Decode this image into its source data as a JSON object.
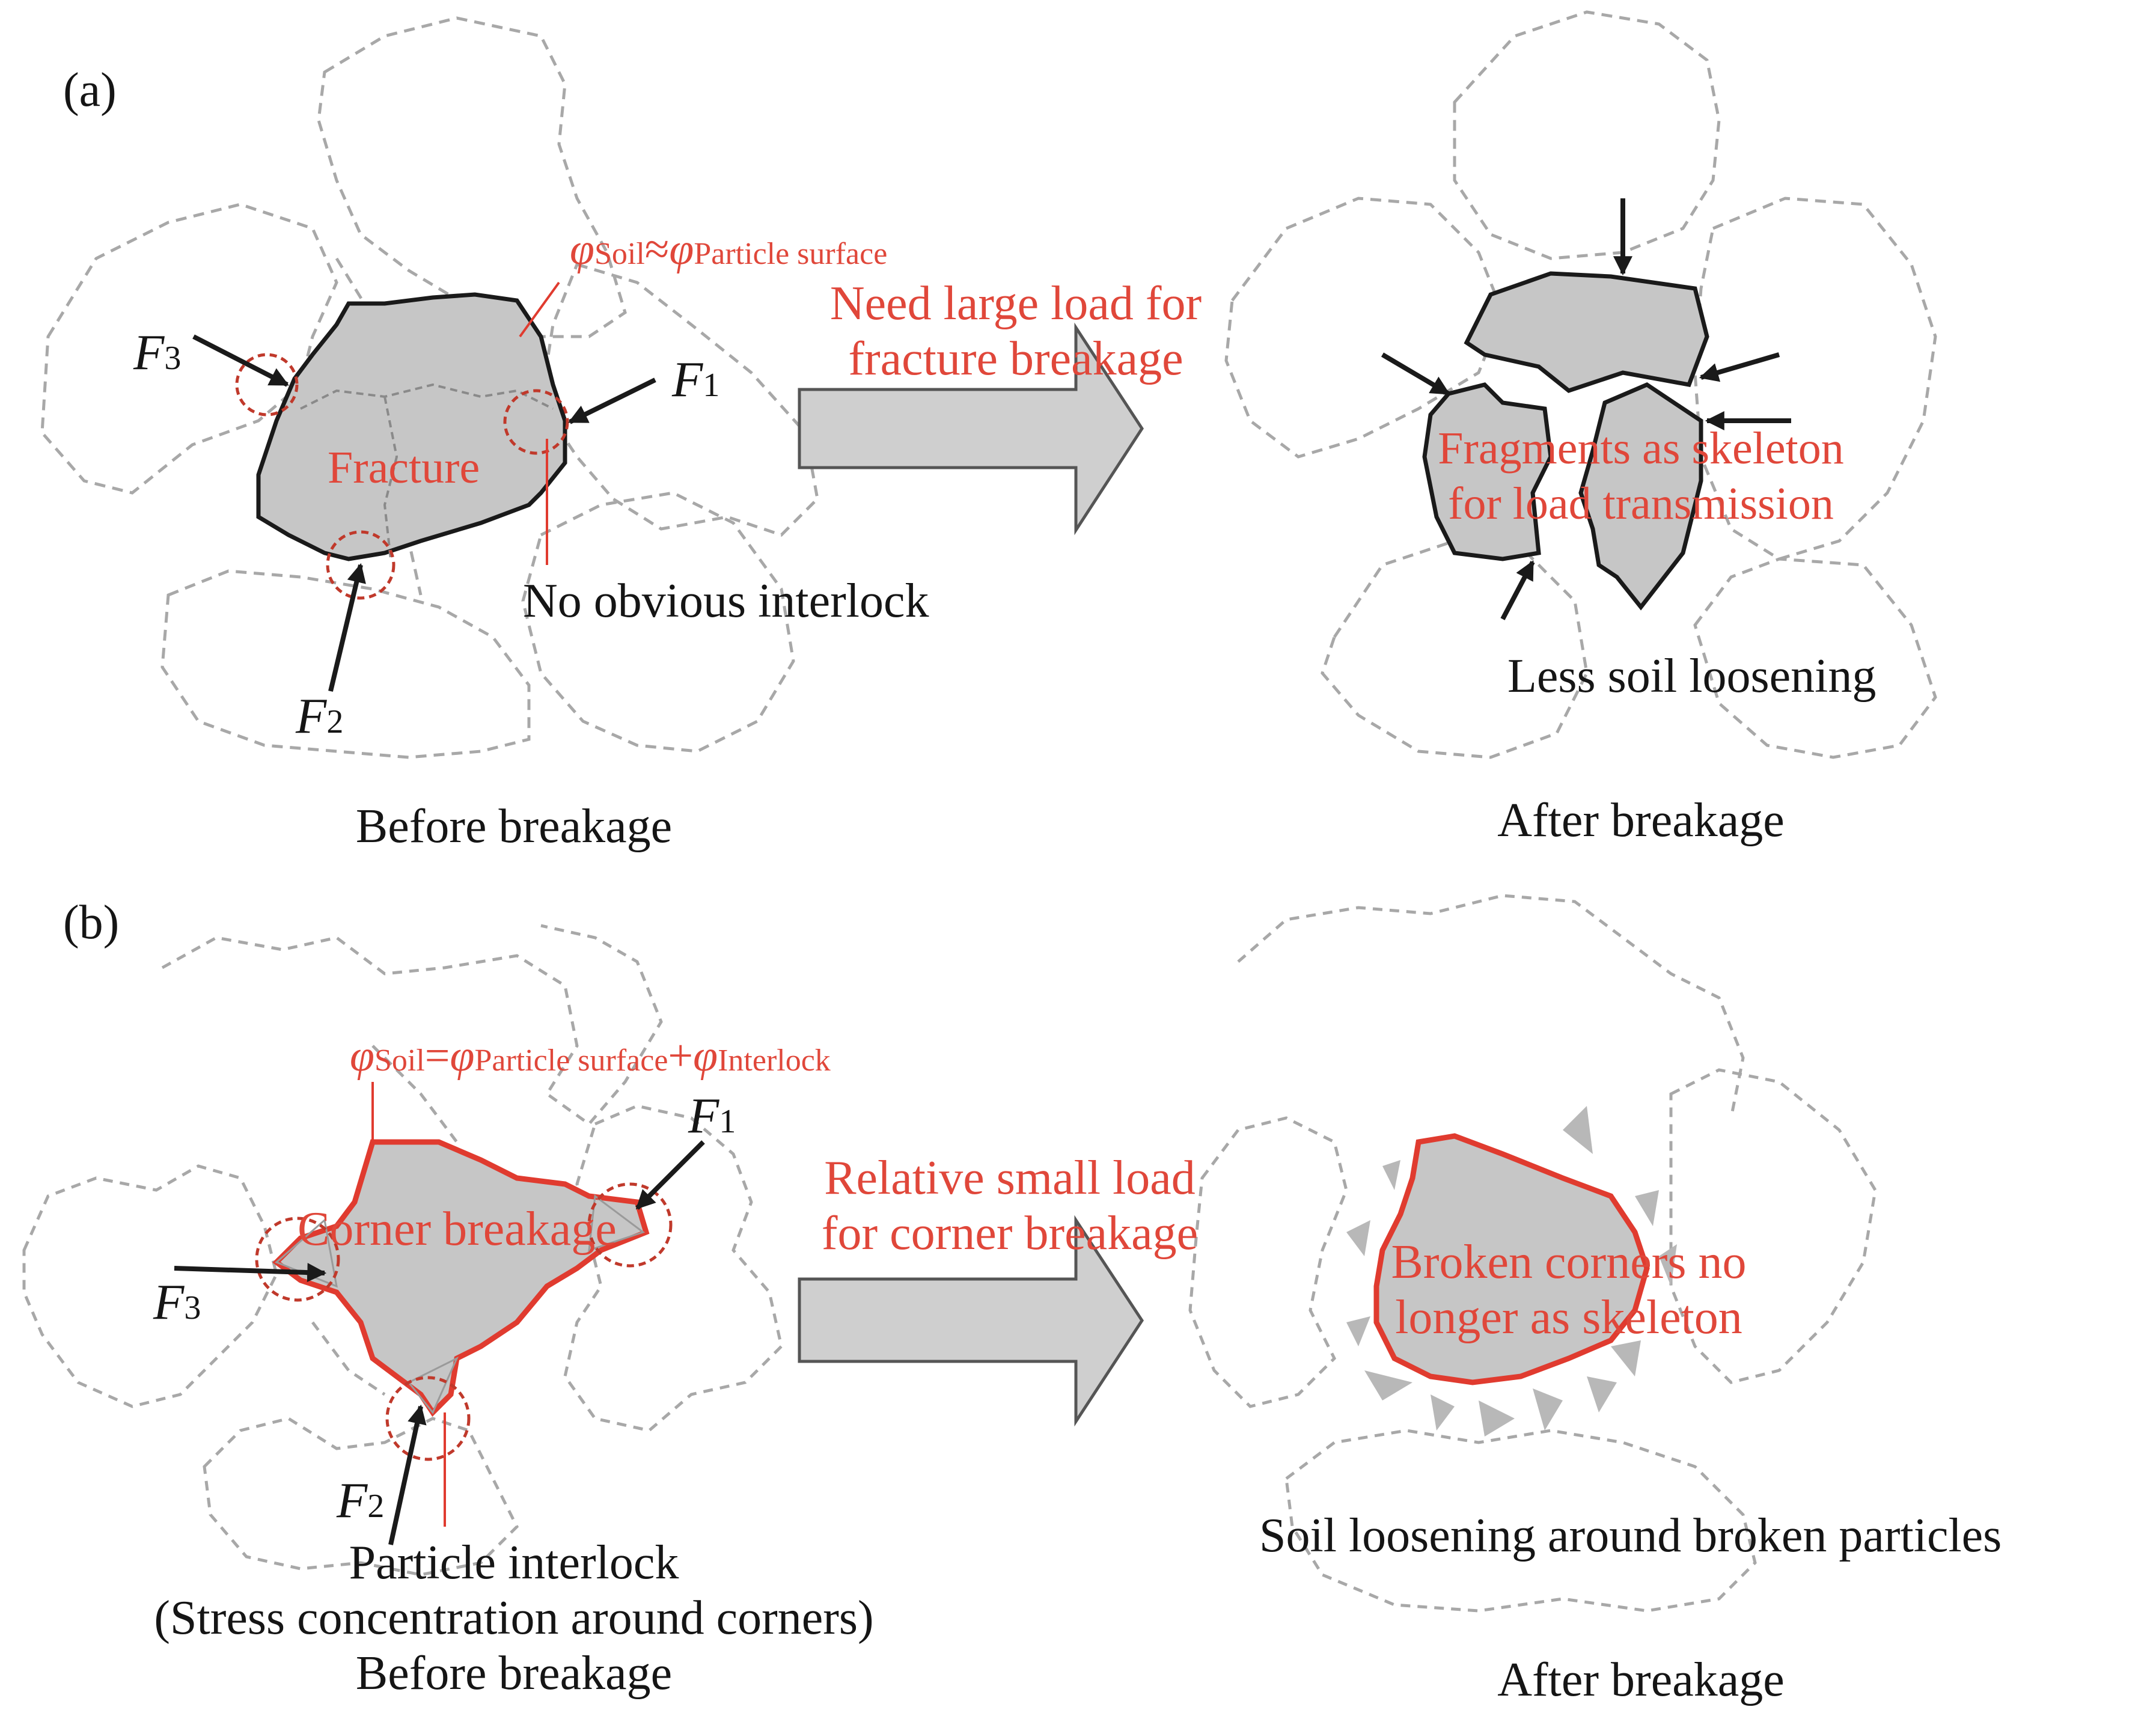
{
  "panel_a": {
    "tag": "(a)",
    "forces": {
      "f1": {
        "symbol": "F",
        "sub": "1"
      },
      "f2": {
        "symbol": "F",
        "sub": "2"
      },
      "f3": {
        "symbol": "F",
        "sub": "3"
      }
    },
    "equation": {
      "phi": "φ",
      "soil_sub": "Soil",
      "relation": "≈",
      "surface_sub": "Particle surface"
    },
    "fracture_label": "Fracture",
    "no_interlock": "No obvious interlock",
    "arrow_line1": "Need large load for",
    "arrow_line2": "fracture breakage",
    "fragments_line1": "Fragments as skeleton",
    "fragments_line2": "for load transmission",
    "less_loosening": "Less soil loosening",
    "before": "Before breakage",
    "after": "After breakage"
  },
  "panel_b": {
    "tag": "(b)",
    "forces": {
      "f1": {
        "symbol": "F",
        "sub": "1"
      },
      "f2": {
        "symbol": "F",
        "sub": "2"
      },
      "f3": {
        "symbol": "F",
        "sub": "3"
      }
    },
    "equation": {
      "phi": "φ",
      "soil_sub": "Soil",
      "eq": "=",
      "surface_sub": "Particle surface",
      "plus": "+",
      "interlock_sub": "Interlock"
    },
    "corner_label": "Corner breakage",
    "arrow_line1": "Relative small load",
    "arrow_line2": "for corner breakage",
    "broken_line1": "Broken corners no",
    "broken_line2": "longer as skeleton",
    "loosening_around": "Soil loosening around broken particles",
    "interlock_line1": "Particle interlock",
    "interlock_line2": "(Stress concentration around corners)",
    "before": "Before breakage",
    "after": "After breakage"
  },
  "colors": {
    "particle_fill": "#c6c6c6",
    "outline_dark": "#1a1a1a",
    "outline_red": "#e03b2f",
    "neighbor_dash": "#a8a8a8",
    "contact_circle": "#c0392b",
    "big_arrow_fill": "#cfcfcf",
    "label_red": "#e0473a",
    "label_black": "#151515"
  }
}
